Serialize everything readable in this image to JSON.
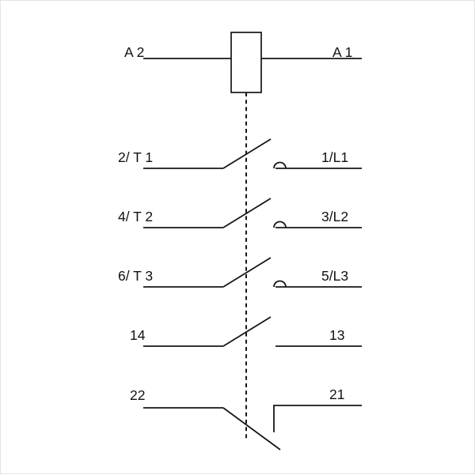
{
  "diagram": {
    "type": "contactor-schematic",
    "coil": {
      "left_label": "A 2",
      "right_label": "A 1"
    },
    "contacts": [
      {
        "left_label": "2/ T 1",
        "right_label": "1/L1",
        "kind": "main-contact-normally-open"
      },
      {
        "left_label": "4/ T 2",
        "right_label": "3/L2",
        "kind": "main-contact-normally-open"
      },
      {
        "left_label": "6/ T 3",
        "right_label": "5/L3",
        "kind": "main-contact-normally-open"
      },
      {
        "left_label": "14",
        "right_label": "13",
        "kind": "aux-contact-normally-open"
      },
      {
        "left_label": "22",
        "right_label": "21",
        "kind": "aux-contact-normally-closed"
      }
    ],
    "colors": {
      "line": "#161616",
      "background": "#ffffff"
    }
  }
}
